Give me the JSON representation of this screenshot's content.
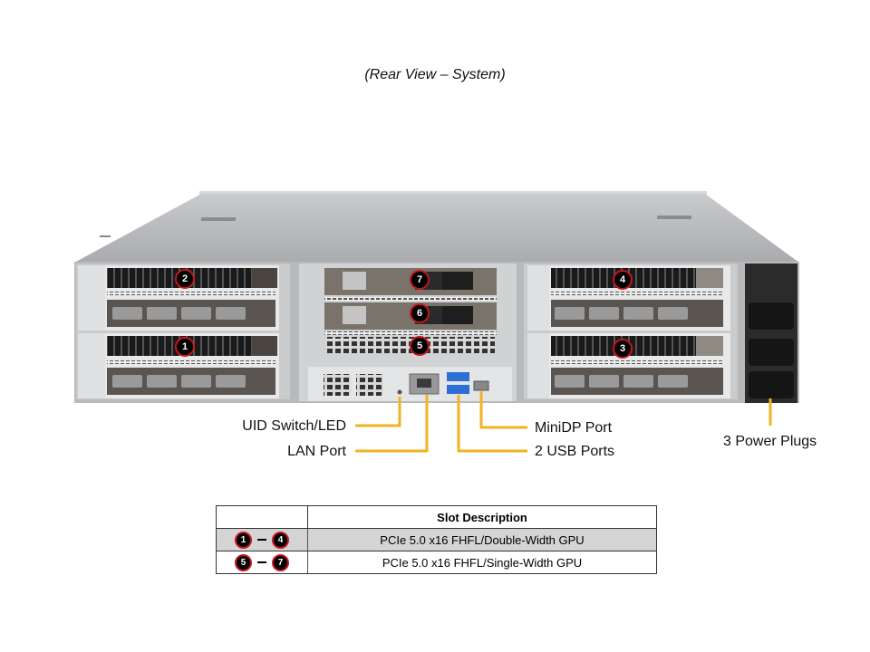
{
  "title": "(Rear View – System)",
  "colors": {
    "callout_line": "#f0b323",
    "badge_fill": "#000000",
    "badge_ring": "#c8161d",
    "table_shade": "#d4d4d4"
  },
  "slot_badges": [
    {
      "id": "1",
      "label": "1"
    },
    {
      "id": "2",
      "label": "2"
    },
    {
      "id": "3",
      "label": "3"
    },
    {
      "id": "4",
      "label": "4"
    },
    {
      "id": "5",
      "label": "5"
    },
    {
      "id": "6",
      "label": "6"
    },
    {
      "id": "7",
      "label": "7"
    }
  ],
  "callouts": {
    "uid": "UID Switch/LED",
    "lan": "LAN Port",
    "minidp": "MiniDP Port",
    "usb": "2 USB Ports",
    "power": "3 Power Plugs"
  },
  "table": {
    "header": [
      "",
      "Slot Description"
    ],
    "rows": [
      {
        "from": "1",
        "to": "4",
        "description": "PCIe 5.0 x16 FHFL/Double-Width GPU"
      },
      {
        "from": "5",
        "to": "7",
        "description": "PCIe 5.0 x16 FHFL/Single-Width GPU"
      }
    ]
  }
}
